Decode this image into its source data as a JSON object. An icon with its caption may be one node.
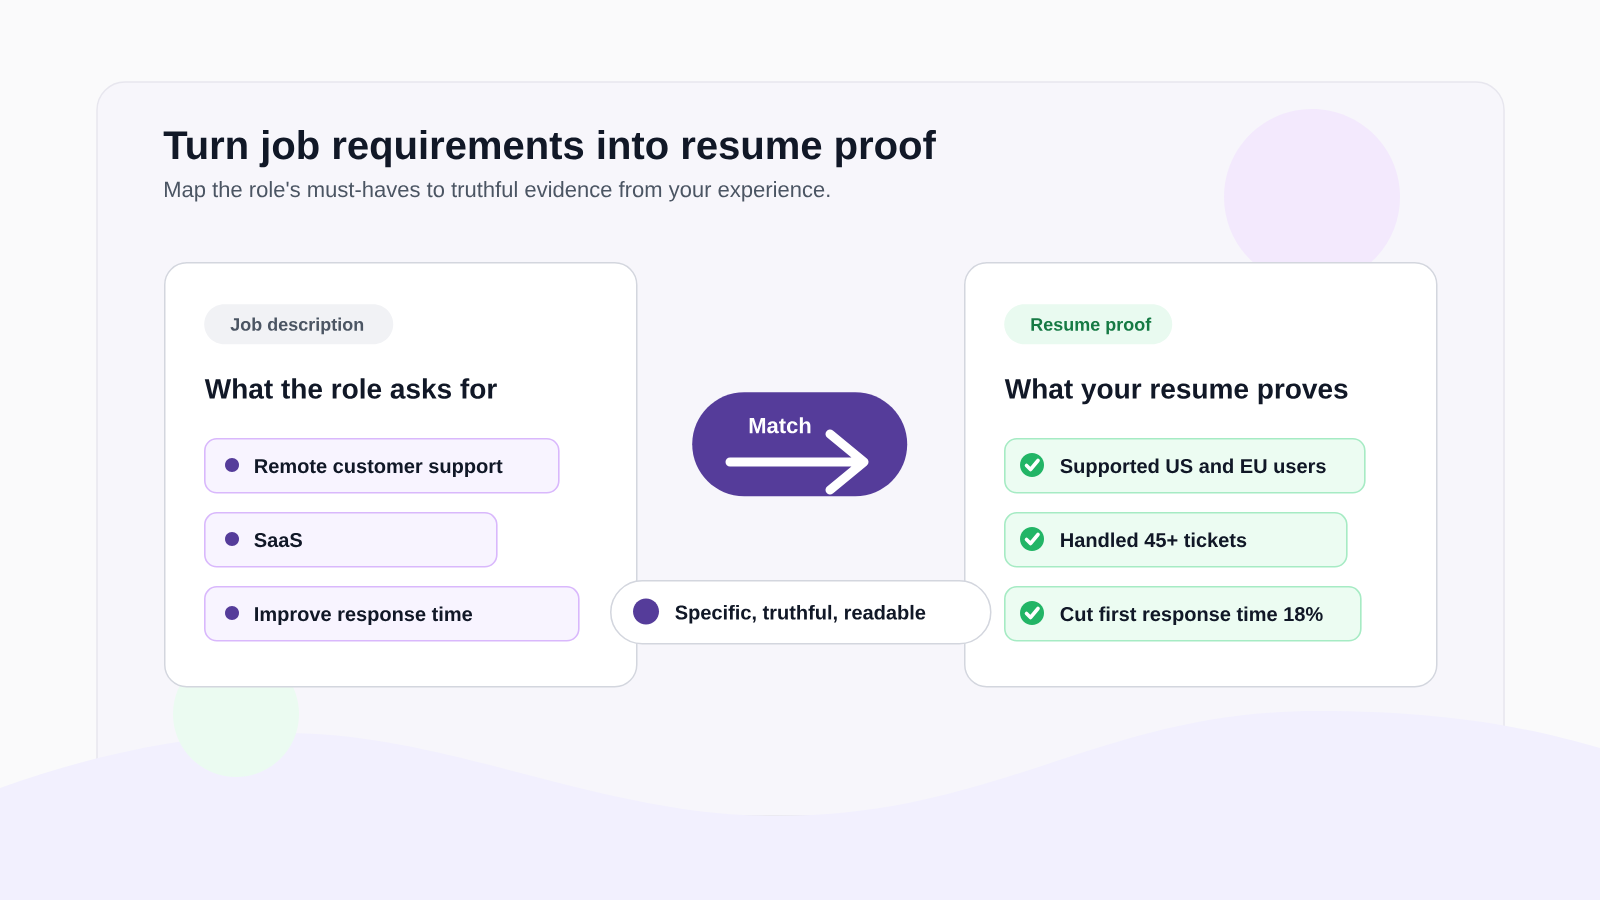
{
  "diagram": {
    "title": "Turn job requirements into resume proof",
    "nodes": [
      {
        "text": [
          "What the role asks for"
        ]
      },
      {
        "text": [
          "Job description"
        ],
        "in": 0
      },
      {
        "text": [
          "Remote customer support"
        ],
        "in": 0
      },
      {
        "text": [
          "SaaS"
        ],
        "in": 0
      },
      {
        "text": [
          "Improve response time"
        ],
        "in": 0
      },
      {
        "text": [
          "Match"
        ]
      },
      {
        "text": [
          "What your resume proves"
        ]
      },
      {
        "text": [
          "Resume proof"
        ],
        "in": 6
      },
      {
        "text": [
          "Supported US and EU users"
        ],
        "in": 6
      },
      {
        "text": [
          "Handled 45+ tickets"
        ],
        "in": 6
      },
      {
        "text": [
          "Cut first response time 18%"
        ],
        "in": 6
      },
      {
        "text": [
          "Specific, truthful, readable"
        ]
      }
    ],
    "labels": [
      "Map the role's must-haves to truthful evidence from your experience."
    ]
  }
}
